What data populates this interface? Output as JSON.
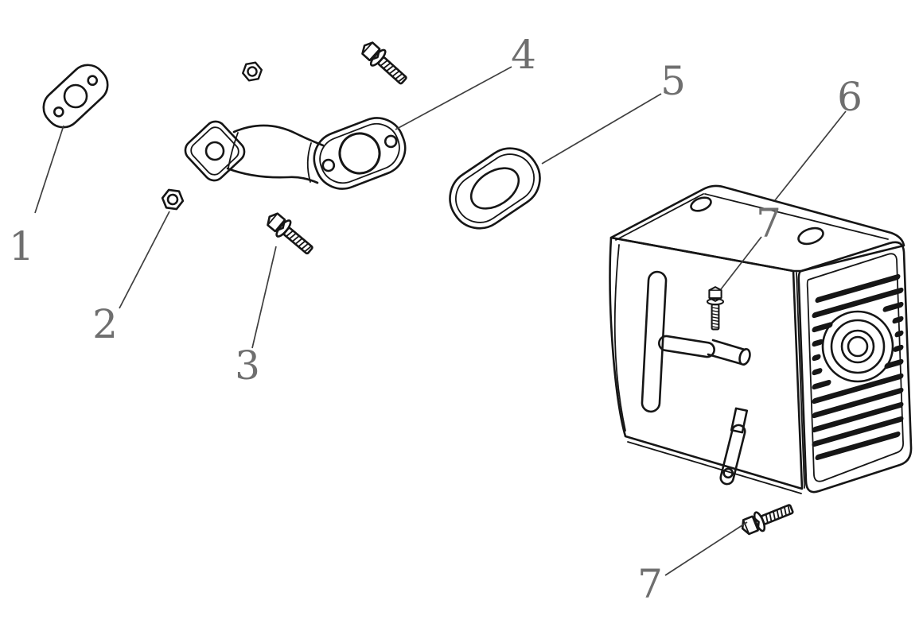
{
  "diagram": {
    "type": "exploded-parts-diagram",
    "subject": "muffler-exhaust-assembly",
    "colors": {
      "background": "#ffffff",
      "line": "#161616",
      "label": "#6f6f6f",
      "leader": "#3f3f3f"
    },
    "callouts": [
      {
        "label": "1",
        "part": "exhaust-pipe-gasket"
      },
      {
        "label": "2",
        "part": "flange-nut"
      },
      {
        "label": "3",
        "part": "flange-bolt"
      },
      {
        "label": "4",
        "part": "exhaust-pipe"
      },
      {
        "label": "5",
        "part": "muffler-gasket"
      },
      {
        "label": "6",
        "part": "muffler"
      },
      {
        "label": "7",
        "part": "muffler-screw"
      },
      {
        "label": "7",
        "part": "muffler-bolt"
      }
    ]
  }
}
